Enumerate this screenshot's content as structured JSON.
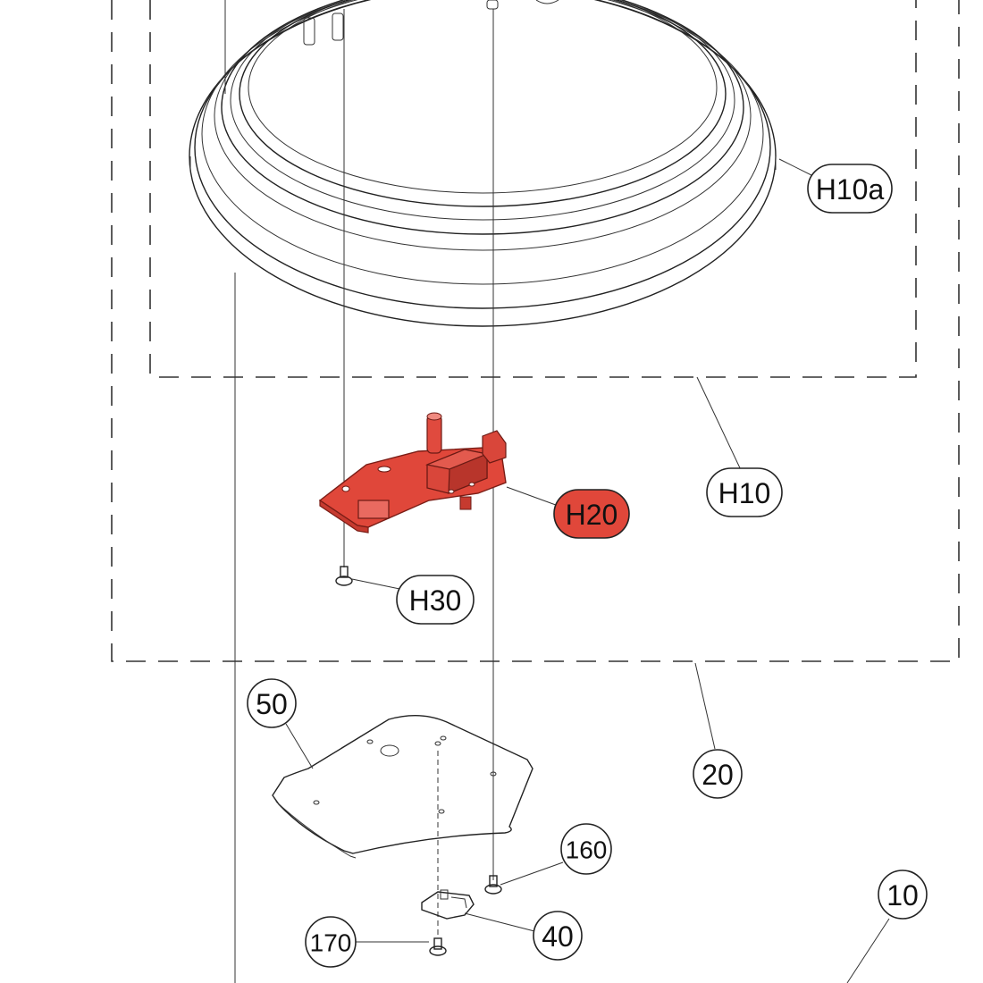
{
  "callouts": {
    "h10a": "H10a",
    "h10": "H10",
    "h20": "H20",
    "h30": "H30",
    "c20": "20",
    "c50": "50",
    "c160": "160",
    "c40": "40",
    "c170": "170",
    "c10": "10"
  },
  "colors": {
    "highlight": "#e0473a",
    "line": "#222222",
    "background": "#ffffff"
  },
  "highlighted_part": "H20"
}
